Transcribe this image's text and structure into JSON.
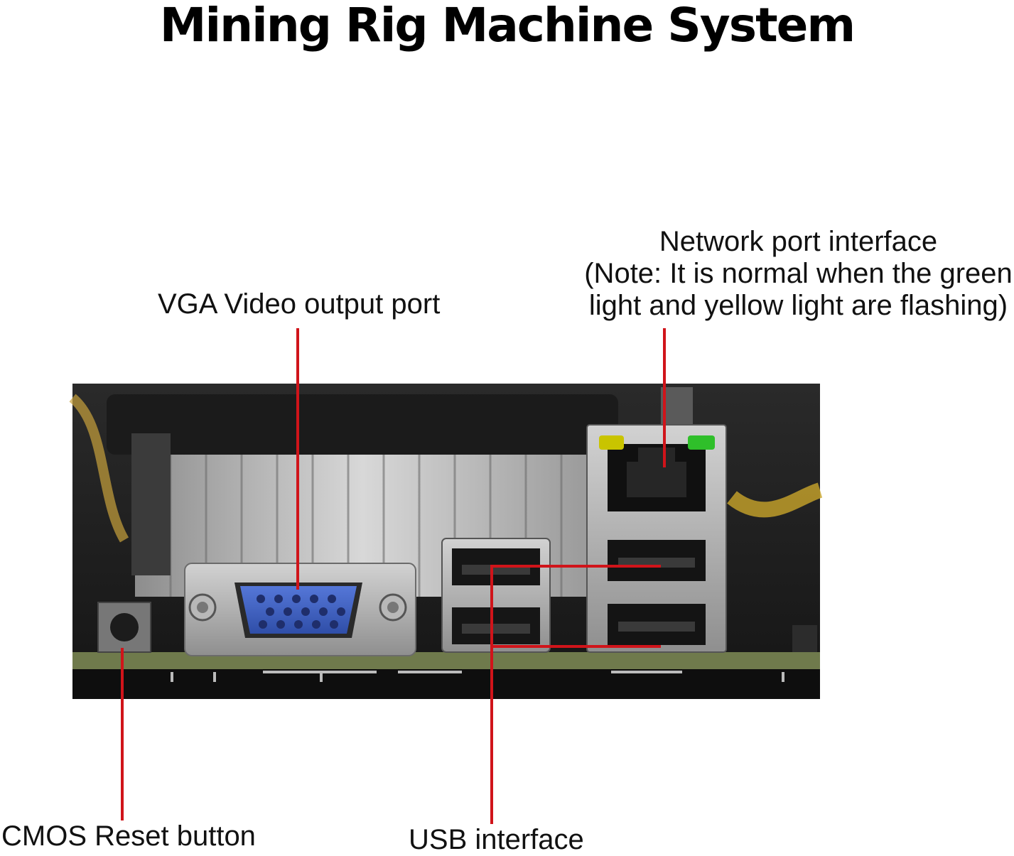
{
  "title": "Mining Rig Machine System",
  "labels": {
    "vga": "VGA Video output port",
    "network": {
      "line1": "Network port interface",
      "line2": "(Note: It is normal when the green",
      "line3": "light and yellow light are flashing)"
    },
    "cmos": "CMOS Reset button",
    "usb": "USB interface"
  },
  "colors": {
    "callout_line": "#d0141a",
    "vga_connector": "#3d5fc2",
    "led_left": "#c9c400",
    "led_right": "#2fbf2a",
    "pcb": "#6f7a4c"
  }
}
